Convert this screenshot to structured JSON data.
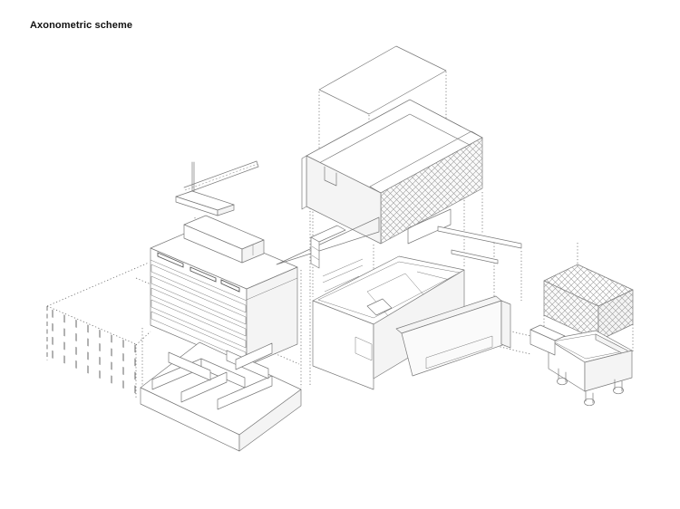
{
  "title": "Axonometric scheme",
  "palette": {
    "background": "#ffffff",
    "line": "#7a7a7a",
    "pattern_line": "#9a9a9a",
    "guide_line": "#6a6a6a",
    "text": "#111111"
  },
  "figure": {
    "type": "exploded-axonometric-architectural-diagram",
    "components": [
      "floating-roof-plane",
      "tower-crane",
      "lattice-clad-hall-volume",
      "office-block-louvre-facade",
      "ghost-facade-plane",
      "floor-plan-slab",
      "open-auditorium-volume",
      "low-wing-clerestory",
      "canopy-slabs",
      "lattice-clad-box",
      "wheeled-cart",
      "projection-guides"
    ]
  }
}
